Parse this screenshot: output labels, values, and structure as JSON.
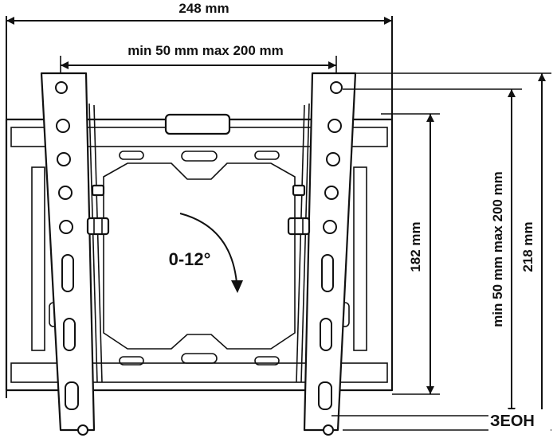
{
  "labels": {
    "total_width": "248 mm",
    "vesa_horizontal": "min 50 mm max 200 mm",
    "tilt": "0-12°",
    "plate_height": "182 mm",
    "vesa_vertical": "min 50 mm max 200 mm",
    "total_height": "218 mm"
  },
  "logo": {
    "text": "ЗЕОН",
    "colors": {
      "ink": "#111111"
    }
  }
}
